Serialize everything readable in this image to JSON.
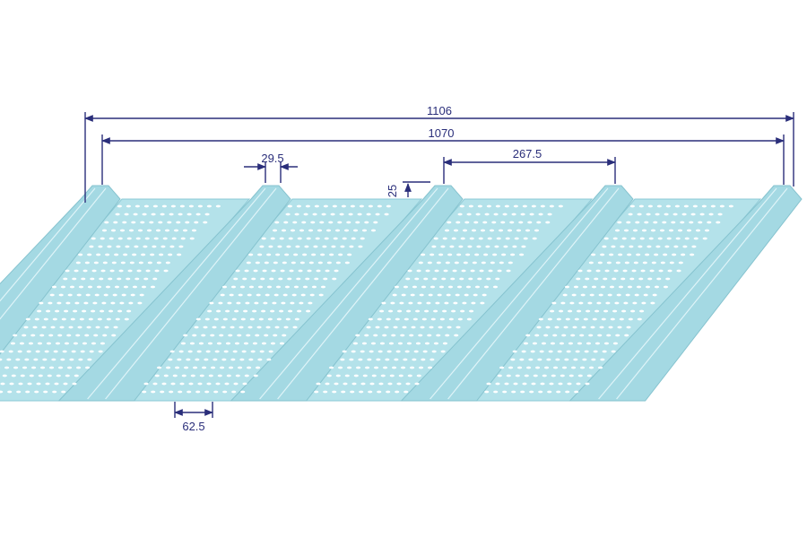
{
  "diagram": {
    "colors": {
      "sheet": "#b4e2ea",
      "rib": "#a4d9e3",
      "dimension": "#2a2e7a",
      "perforation": "#ffffff"
    },
    "dimensions": {
      "overall_width": "1106",
      "effective_width": "1070",
      "rib_top_width": "29.5",
      "rib_pitch": "267.5",
      "rib_height": "25",
      "valley_bottom_width": "62.5"
    }
  }
}
